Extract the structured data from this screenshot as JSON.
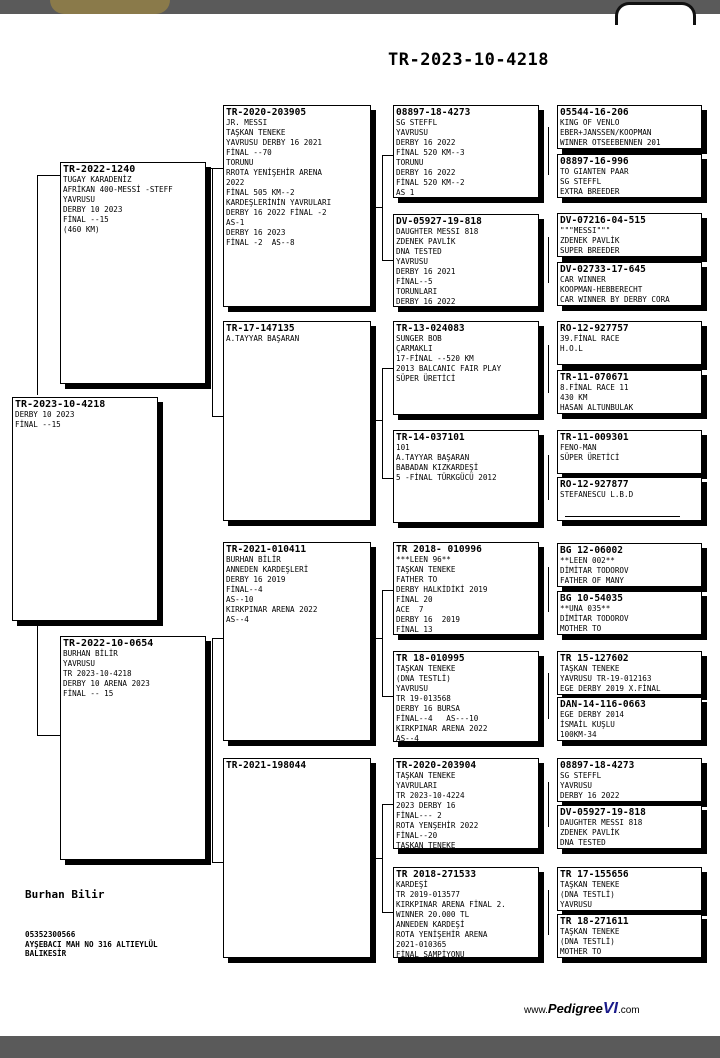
{
  "title": "TR-2023-10-4218",
  "subject": {
    "id": "TR-2023-10-4218",
    "lines": [
      "DERBY 10 2023",
      "FİNAL --15"
    ]
  },
  "sire": {
    "id": "TR-2022-1240",
    "lines": [
      "TUGAY KARADENİZ",
      "AFRİKAN 400-MESSİ -STEFF",
      "YAVRUSU",
      "DERBY 10 2023",
      "FİNAL --15",
      "(460 KM)"
    ]
  },
  "dam": {
    "id": "TR-2022-10-0654",
    "lines": [
      "BURHAN BİLİR",
      "YAVRUSU",
      "TR 2023-10-4218",
      "DERBY 10 ARENA 2023",
      "FİNAL -- 15"
    ]
  },
  "gen2": [
    {
      "id": "TR-2020-203905",
      "lines": [
        "JR. MESSI",
        "TAŞKAN TENEKE",
        "YAVRUSU DERBY 16 2021",
        "FİNAL --70",
        "TORUNU",
        "RROTA YENİŞEHİR ARENA",
        "2022",
        "FİNAL 505 KM--2",
        "KARDEŞLERİNİN YAVRULARI",
        "DERBY 16 2022 FİNAL -2",
        "AS-1",
        "DERBY 16 2023",
        "FİNAL -2  AS--8"
      ]
    },
    {
      "id": "TR-17-147135",
      "lines": [
        "A.TAYYAR BAŞARAN"
      ]
    },
    {
      "id": "TR-2021-010411",
      "lines": [
        "BURHAN BİLİR",
        "ANNEDEN KARDEŞLERİ",
        "DERBY 16 2019",
        "FİNAL--4",
        "AS--10",
        "KIRKPINAR ARENA 2022",
        "AS--4"
      ]
    },
    {
      "id": "TR-2021-198044",
      "lines": []
    }
  ],
  "gen3": [
    {
      "id": "08897-18-4273",
      "lines": [
        "SG STEFFL",
        "YAVRUSU",
        "DERBY 16 2022",
        "FİNAL 520 KM--3",
        "TORUNU",
        "DERBY 16 2022",
        "FİNAL 520 KM--2",
        "AS 1"
      ]
    },
    {
      "id": "DV-05927-19-818",
      "lines": [
        "DAUGHTER MESSI 818",
        "ZDENEK PAVLİK",
        "DNA TESTED",
        "YAVRUSU",
        "DERBY 16 2021",
        "FİNAL--5",
        "TORUNLARI",
        "DERBY 16 2022"
      ]
    },
    {
      "id": "TR-13-024083",
      "lines": [
        "SUNGER BOB",
        "ÇARMAKLI",
        "17-FİNAL --520 KM",
        "2013 BALCANIC FAIR PLAY",
        "SÜPER ÜRETİCİ"
      ]
    },
    {
      "id": "TR-14-037101",
      "lines": [
        "101",
        "A.TAYYAR BAŞARAN",
        "BABADAN KIZKARDEŞİ",
        "5 -FİNAL TÜRKGÜCÜ 2012"
      ]
    },
    {
      "id": "TR 2018- 010996",
      "lines": [
        "***LEEN 96**",
        "TAŞKAN TENEKE",
        "FATHER TO",
        "DERBY HALKİDİKİ 2019",
        "FİNAL 20",
        "ACE  7",
        "DERBY 16  2019",
        "FİNAL 13"
      ]
    },
    {
      "id": "TR 18-010995",
      "lines": [
        "TAŞKAN TENEKE",
        "(DNA TESTLİ)",
        "YAVRUSU",
        "TR 19-013568",
        "DERBY 16 BURSA",
        "FİNAL--4   AS---10",
        "KIRKPINAR ARENA 2022",
        "AS--4"
      ]
    },
    {
      "id": "TR-2020-203904",
      "lines": [
        "TAŞKAN TENEKE",
        "YAVRULARI",
        "TR 2023-10-4224",
        "2023 DERBY 16",
        "FİNAL--- 2",
        "ROTA YENŞEHİR 2022",
        "FİNAL--20",
        "TAŞKAN TENEKE"
      ]
    },
    {
      "id": "TR 2018-271533",
      "lines": [
        "KARDEŞİ",
        "TR 2019-013577",
        "KIRKPINAR ARENA FİNAL 2.",
        "WINNER 20.000 TL",
        "ANNEDEN KARDEŞİ",
        "ROTA YENİŞEHİR ARENA",
        "2021-010365",
        "FİNAL ŞAMPİYONU"
      ]
    }
  ],
  "gen4": [
    {
      "id": "05544-16-206",
      "lines": [
        "KING OF VENLO",
        "EBER+JANSSEN/KOOPMAN",
        "WINNER OTSEEBENNEN 201"
      ]
    },
    {
      "id": "08897-16-996",
      "lines": [
        "TO GIANTEN PAAR",
        "SG STEFFL",
        "EXTRA BREEDER"
      ]
    },
    {
      "id": "DV-07216-04-515",
      "lines": [
        "\"\"\"MESSI\"\"\"",
        "ZDENEK PAVLİK",
        "SUPER BREEDER"
      ]
    },
    {
      "id": "DV-02733-17-645",
      "lines": [
        "CAR WINNER",
        "KOOPMAN-HEBBERECHT",
        "CAR WINNER BY DERBY CORA"
      ]
    },
    {
      "id": "RO-12-927757",
      "lines": [
        "39.FİNAL RACE",
        "H.O.L"
      ]
    },
    {
      "id": "TR-11-070671",
      "lines": [
        "8.FİNAL RACE 11",
        "430 KM",
        "HASAN ALTUNBULAK"
      ]
    },
    {
      "id": "TR-11-009301",
      "lines": [
        "FENO-MAN",
        "SÜPER ÜRETİCİ"
      ]
    },
    {
      "id": "RO-12-927877",
      "lines": [
        "STEFANESCU L.B.D"
      ]
    },
    {
      "id": "BG 12-06002",
      "lines": [
        "**LEEN 002**",
        "DİMİTAR TODOROV",
        "FATHER OF MANY"
      ]
    },
    {
      "id": "BG 10-54035",
      "lines": [
        "**UNA 035**",
        "DİMİTAR TODOROV",
        "MOTHER TO"
      ]
    },
    {
      "id": "TR 15-127602",
      "lines": [
        "TAŞKAN TENEKE",
        "YAVRUSU TR-19-012163",
        "EGE DERBY 2019 X.FİNAL"
      ]
    },
    {
      "id": "DAN-14-116-0663",
      "lines": [
        "EGE DERBY 2014",
        "İSMAİL KUŞLU",
        "100KM-34"
      ]
    },
    {
      "id": "08897-18-4273",
      "lines": [
        "SG STEFFL",
        "YAVRUSU",
        "DERBY 16 2022"
      ]
    },
    {
      "id": "DV-05927-19-818",
      "lines": [
        "DAUGHTER MESSI 818",
        "ZDENEK PAVLİK",
        "DNA TESTED"
      ]
    },
    {
      "id": "TR 17-155656",
      "lines": [
        "TAŞKAN TENEKE",
        "(DNA TESTLİ)",
        "YAVRUSU"
      ]
    },
    {
      "id": "TR 18-271611",
      "lines": [
        "TAŞKAN TENEKE",
        "(DNA TESTLİ)",
        "MOTHER TO"
      ]
    }
  ],
  "owner": {
    "name": "Burhan Bilir",
    "phone": "05352300566",
    "address1": "AYŞEBACI MAH NO 316 ALTIEYLÜL",
    "address2": "BALIKESİR"
  },
  "brand": {
    "prefix": "www.",
    "name": "Pedigree",
    "suffix": "VI",
    "domain": ".com"
  }
}
